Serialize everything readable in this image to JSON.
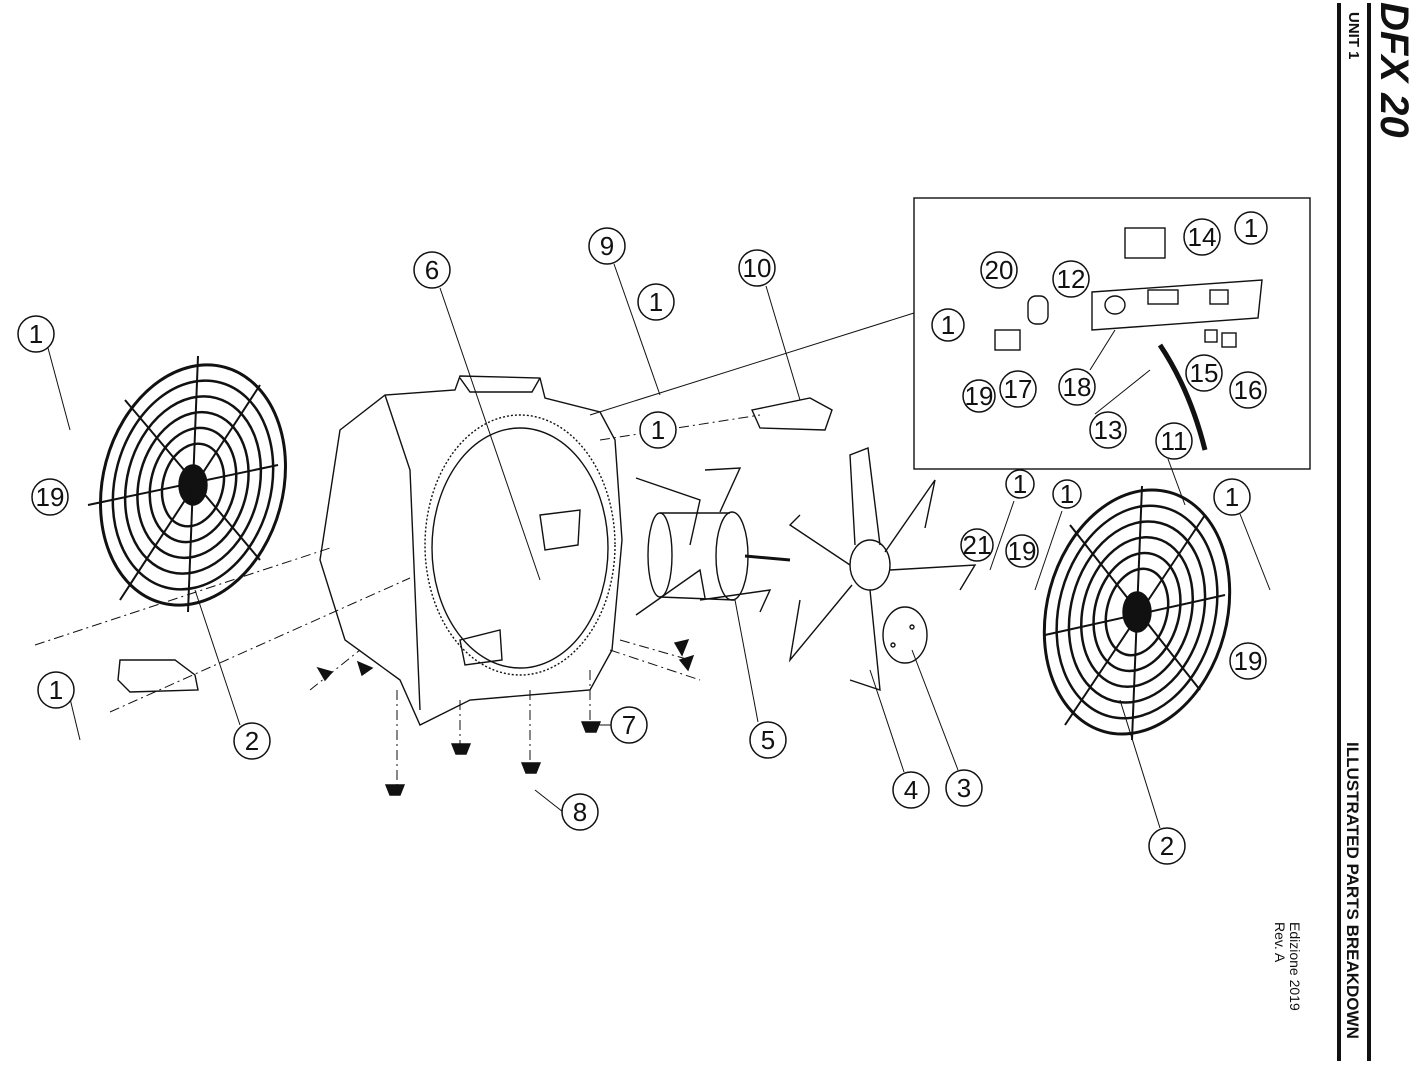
{
  "header": {
    "model": "DFX 20",
    "unit": "UNIT 1"
  },
  "footer": {
    "section": "ILLUSTRATED PARTS BREAKDOWN",
    "edition": "Edizione 2019",
    "revision": "Rev. A"
  },
  "callouts": {
    "c1a": "1",
    "c19a": "19",
    "c1b": "1",
    "c2a": "2",
    "c6": "6",
    "c9": "9",
    "c1c": "1",
    "c10": "10",
    "c1d": "1",
    "c7": "7",
    "c8": "8",
    "c5": "5",
    "c4": "4",
    "c3": "3",
    "c21": "21",
    "c1e": "1",
    "c1f": "1",
    "c19b": "19",
    "c11": "11",
    "c1g": "1",
    "c19c": "19",
    "c2b": "2",
    "c20": "20",
    "c12": "12",
    "c14": "14",
    "c1h": "1",
    "c1i": "1",
    "c19d": "19",
    "c17": "17",
    "c18": "18",
    "c15": "15",
    "c16": "16",
    "c13": "13"
  }
}
